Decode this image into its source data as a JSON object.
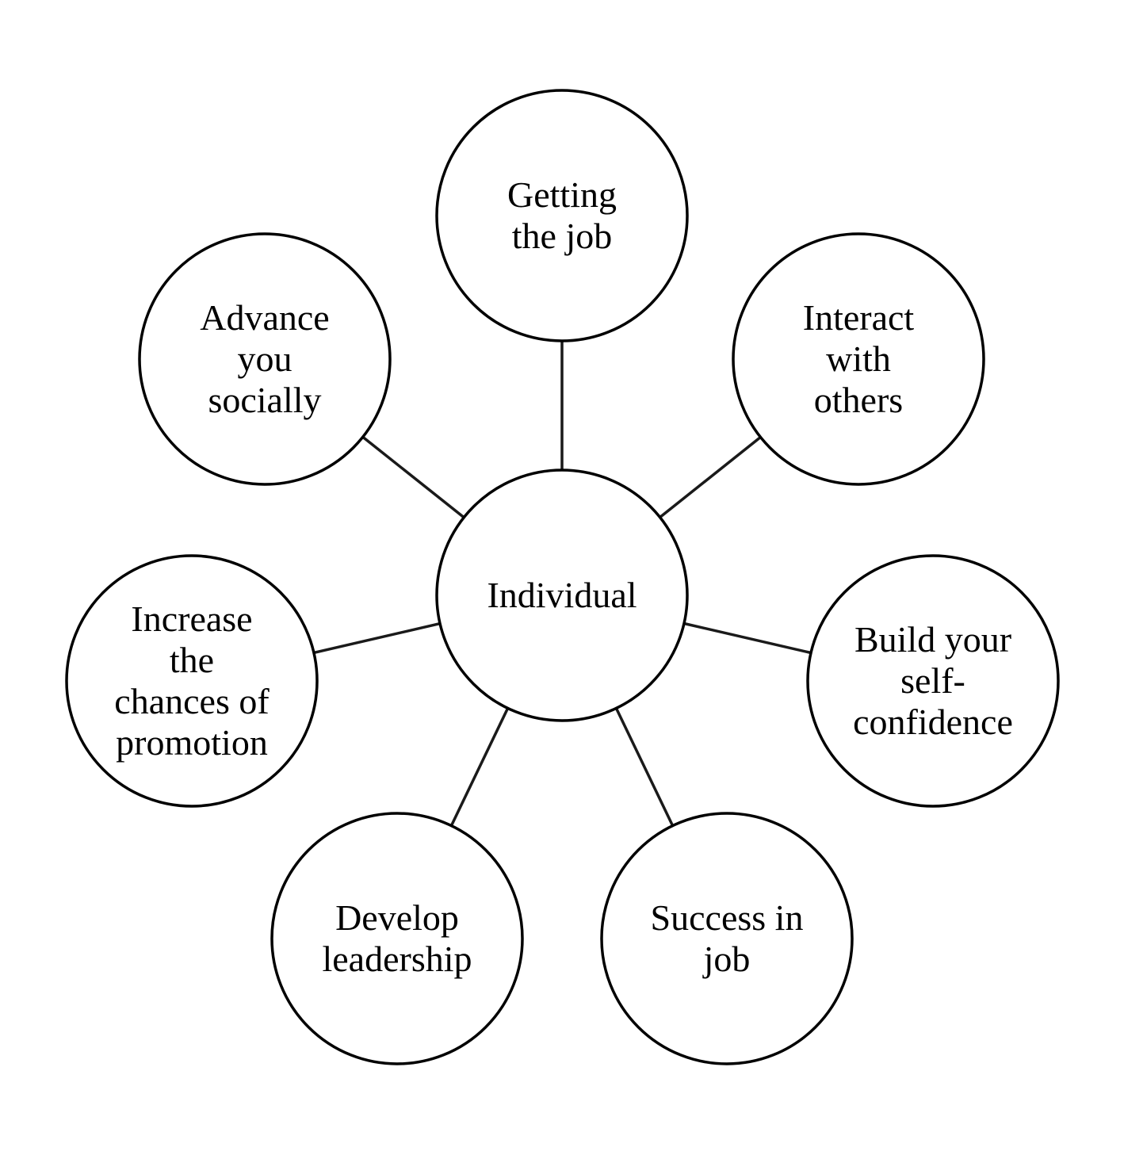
{
  "center": {
    "label": "Individual"
  },
  "nodes": [
    {
      "id": "getting-the-job",
      "lines": [
        "Getting",
        "the job"
      ]
    },
    {
      "id": "interact-with-others",
      "lines": [
        "Interact",
        "with",
        "others"
      ]
    },
    {
      "id": "build-your-self-confidence",
      "lines": [
        "Build your",
        "self-",
        "confidence"
      ]
    },
    {
      "id": "success-in-job",
      "lines": [
        "Success in",
        "job"
      ]
    },
    {
      "id": "develop-leadership",
      "lines": [
        "Develop",
        "leadership"
      ]
    },
    {
      "id": "increase-the-chances-of-promotion",
      "lines": [
        "Increase",
        "the",
        "chances of",
        "promotion"
      ]
    },
    {
      "id": "advance-you-socially",
      "lines": [
        "Advance",
        "you",
        "socially"
      ]
    }
  ]
}
